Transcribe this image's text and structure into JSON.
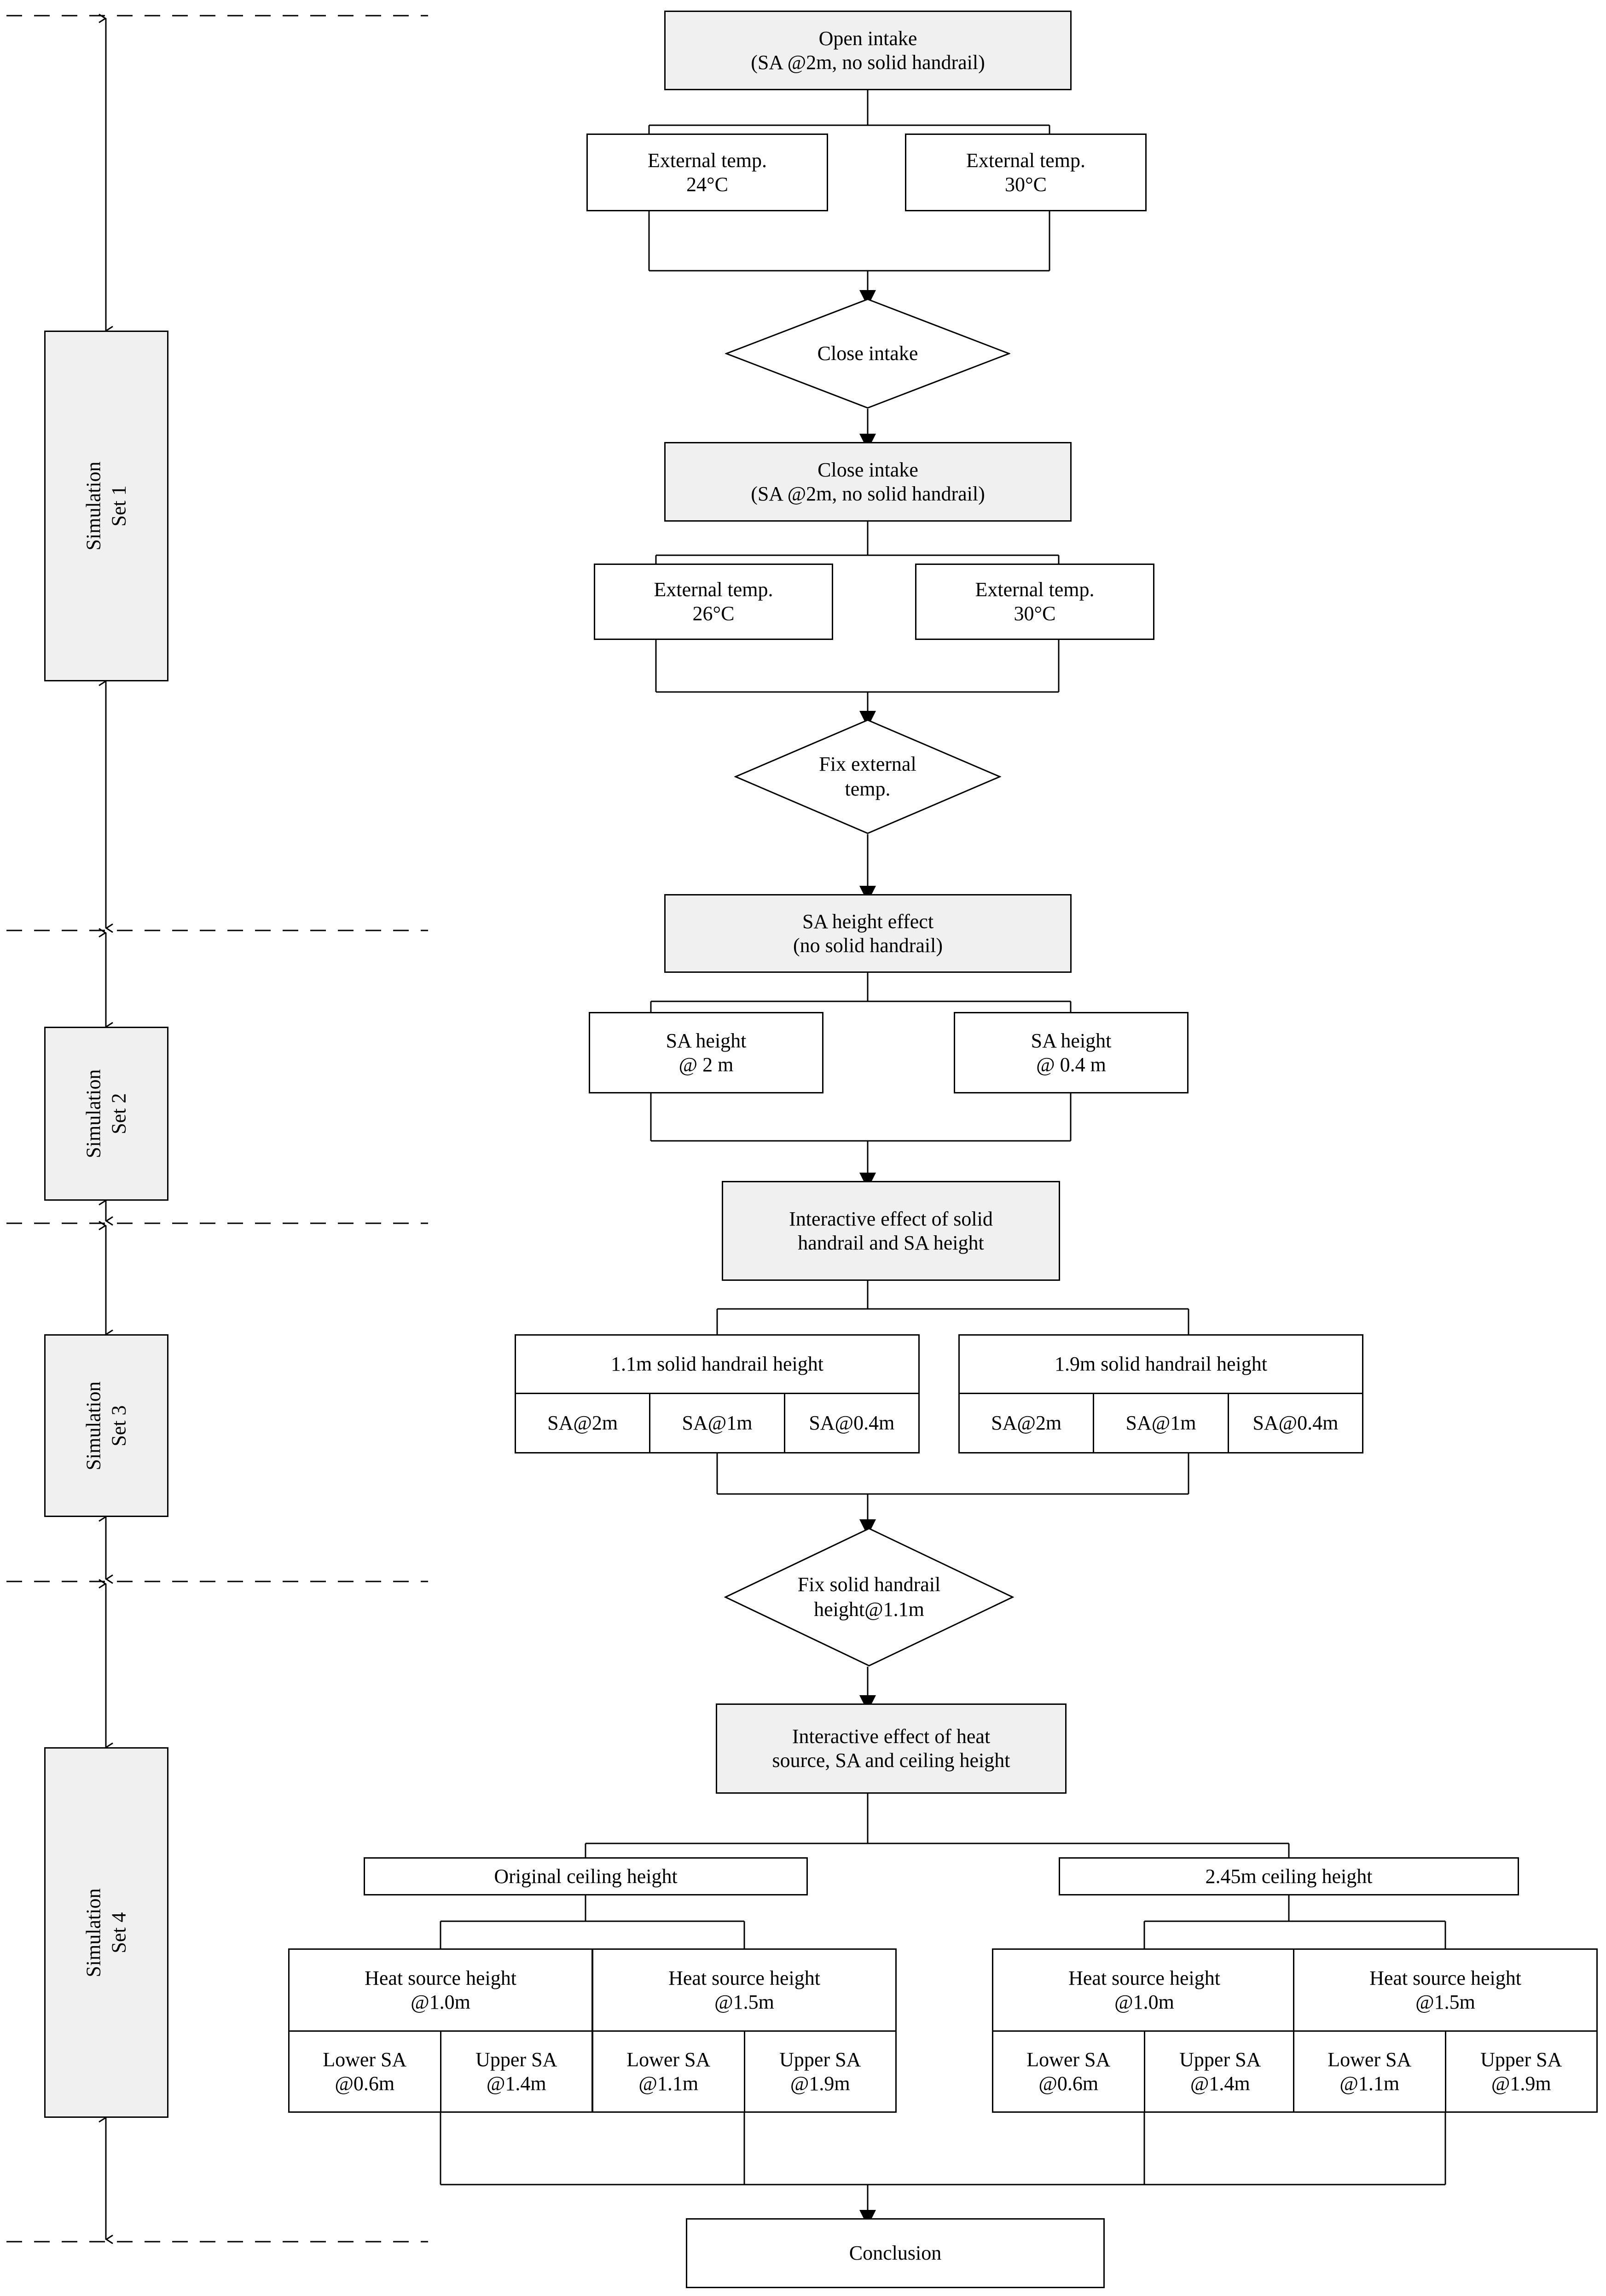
{
  "figure": {
    "type": "flowchart",
    "title": "CFD simulation case matrix flowchart",
    "orientation": "top-to-bottom",
    "colors": {
      "shaded_node_fill": "#f0f0f0",
      "plain_node_fill": "#ffffff",
      "stroke": "#000000",
      "background": "#ffffff"
    }
  },
  "sidebar": {
    "sets": [
      {
        "line1": "Simulation",
        "line2": "Set 1"
      },
      {
        "line1": "Simulation",
        "line2": "Set 2"
      },
      {
        "line1": "Simulation",
        "line2": "Set 3"
      },
      {
        "line1": "Simulation",
        "line2": "Set 4"
      }
    ]
  },
  "nodes": {
    "open_intake": {
      "line1": "Open intake",
      "line2": "(SA @2m, no solid handrail)"
    },
    "ext_temp_24": {
      "line1": "External temp.",
      "line2": "24°C"
    },
    "ext_temp_30a": {
      "line1": "External temp.",
      "line2": "30°C"
    },
    "close_intake_decision": {
      "line1": "Close intake"
    },
    "close_intake": {
      "line1": "Close intake",
      "line2": "(SA @2m, no solid handrail)"
    },
    "ext_temp_26": {
      "line1": "External temp.",
      "line2": "26°C"
    },
    "ext_temp_30b": {
      "line1": "External temp.",
      "line2": "30°C"
    },
    "fix_external_temp": {
      "line1": "Fix external",
      "line2": "temp."
    },
    "sa_height_effect": {
      "line1": "SA height effect",
      "line2": "(no solid handrail)"
    },
    "sa_height_2m": {
      "line1": "SA height",
      "line2": "@ 2 m"
    },
    "sa_height_04m": {
      "line1": "SA height",
      "line2": "@ 0.4 m"
    },
    "interactive_handrail_sa": {
      "line1": "Interactive effect of solid",
      "line2": "handrail and SA height"
    },
    "handrail_11": {
      "header": "1.1m solid handrail height",
      "cells": [
        "SA@2m",
        "SA@1m",
        "SA@0.4m"
      ]
    },
    "handrail_19": {
      "header": "1.9m solid handrail height",
      "cells": [
        "SA@2m",
        "SA@1m",
        "SA@0.4m"
      ]
    },
    "fix_handrail_decision": {
      "line1": "Fix solid handrail",
      "line2": "height@1.1m"
    },
    "interactive_heat_sa_ceiling": {
      "line1": "Interactive effect of heat",
      "line2": "source, SA and ceiling height"
    },
    "ceiling_original": {
      "line1": "Original ceiling height"
    },
    "ceiling_245": {
      "line1": "2.45m ceiling height"
    },
    "heat_blocks": [
      {
        "header_line1": "Heat source height",
        "header_line2": "@1.0m",
        "cells": [
          {
            "line1": "Lower SA",
            "line2": "@0.6m"
          },
          {
            "line1": "Upper SA",
            "line2": "@1.4m"
          }
        ]
      },
      {
        "header_line1": "Heat source height",
        "header_line2": "@1.5m",
        "cells": [
          {
            "line1": "Lower SA",
            "line2": "@1.1m"
          },
          {
            "line1": "Upper SA",
            "line2": "@1.9m"
          }
        ]
      },
      {
        "header_line1": "Heat source height",
        "header_line2": "@1.0m",
        "cells": [
          {
            "line1": "Lower SA",
            "line2": "@0.6m"
          },
          {
            "line1": "Upper SA",
            "line2": "@1.4m"
          }
        ]
      },
      {
        "header_line1": "Heat source height",
        "header_line2": "@1.5m",
        "cells": [
          {
            "line1": "Lower SA",
            "line2": "@1.1m"
          },
          {
            "line1": "Upper SA",
            "line2": "@1.9m"
          }
        ]
      }
    ],
    "conclusion": {
      "line1": "Conclusion"
    }
  }
}
